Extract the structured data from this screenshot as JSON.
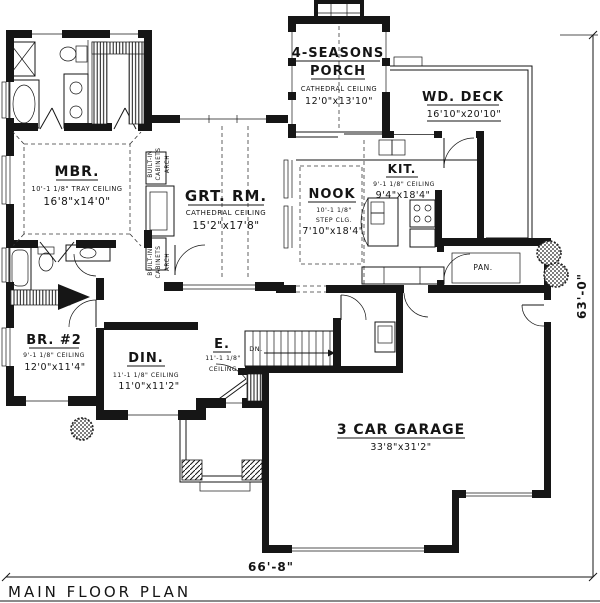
{
  "plan": {
    "title": "MAIN FLOOR PLAN",
    "overall_width": "66'-8\"",
    "overall_depth": "63'-0\""
  },
  "rooms": {
    "four_seasons_porch": {
      "name_line1": "4-SEASONS",
      "name_line2": "PORCH",
      "ceiling": "CATHEDRAL CEILING",
      "size": "12'0\"x13'10\""
    },
    "wood_deck": {
      "name": "WD. DECK",
      "size": "16'10\"x20'10\""
    },
    "master_bedroom": {
      "name": "MBR.",
      "ceiling": "10'-1 1/8\" TRAY CEILING",
      "size": "16'8\"x14'0\""
    },
    "great_room": {
      "name": "GRT. RM.",
      "ceiling": "CATHEDRAL CEILING",
      "size": "15'2\"x17'8\""
    },
    "kitchen": {
      "name": "KIT.",
      "ceiling": "9'-1 1/8\" CEILING",
      "size": "9'4\"x18'4\""
    },
    "nook": {
      "name": "NOOK",
      "ceiling_line1": "10'-1 1/8\"",
      "ceiling_line2": "STEP CLG.",
      "size": "7'10\"x18'4\""
    },
    "pantry": {
      "name": "PAN."
    },
    "bedroom_2": {
      "name": "BR. #2",
      "ceiling": "9'-1 1/8\" CEILING",
      "size": "12'0\"x11'4\""
    },
    "dining": {
      "name": "DIN.",
      "ceiling": "11'-1 1/8\" CEILING",
      "size": "11'0\"x11'2\""
    },
    "entry": {
      "name": "E.",
      "ceiling_line1": "11'-1 1/8\"",
      "ceiling_line2": "CEILING"
    },
    "garage": {
      "name": "3 CAR GARAGE",
      "size": "33'8\"x31'2\""
    },
    "stairs": {
      "label": "DN."
    }
  },
  "annotations": {
    "built_in_top": {
      "line1": "BUILT-IN",
      "line2": "CABINETS",
      "line3": "ARCH"
    },
    "built_in_bottom": {
      "line1": "BUILT-IN",
      "line2": "CABINETS",
      "line3": "ARCH"
    }
  },
  "colors": {
    "ink": "#161616",
    "paper": "#ffffff"
  }
}
